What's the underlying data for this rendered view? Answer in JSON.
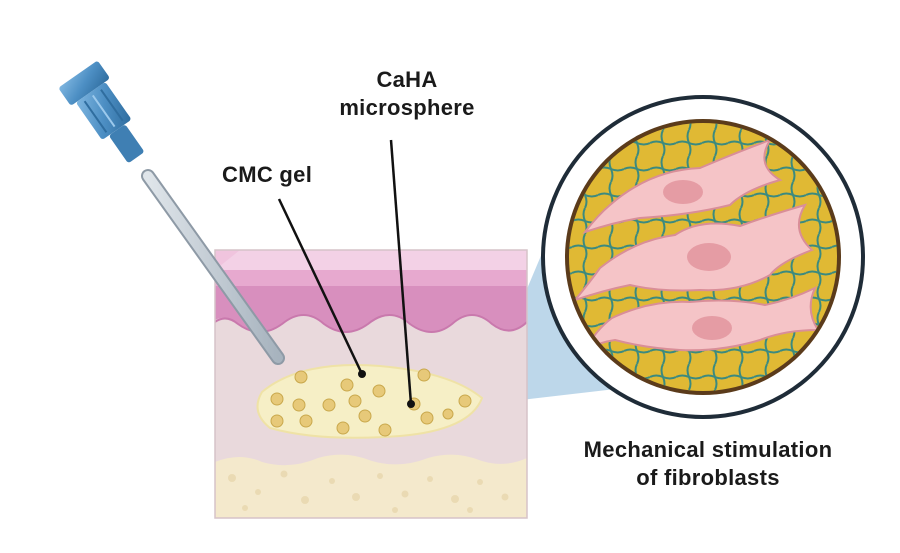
{
  "labels": {
    "cmc_gel": "CMC gel",
    "caha_line1": "CaHA",
    "caha_line2": "microsphere",
    "mechanical_line1": "Mechanical stimulation",
    "mechanical_line2": "of fibroblasts"
  },
  "colors": {
    "needle_hub": "#4d8fc4",
    "needle_shaft": "#b9c3cd",
    "epidermis": "#e7a9cf",
    "dermis": "#e9d9dc",
    "gel": "#f6efc6",
    "microsphere": "#e7c979",
    "subcutaneous_fat": "#f4e9cc",
    "magnifier_background": "#e0b934",
    "collagen_mesh": "#3b8a7f",
    "fibroblast": "#f5c4c7",
    "fibroblast_nucleus": "#e59ca4",
    "zoom_cone": "#a7c9e3"
  }
}
